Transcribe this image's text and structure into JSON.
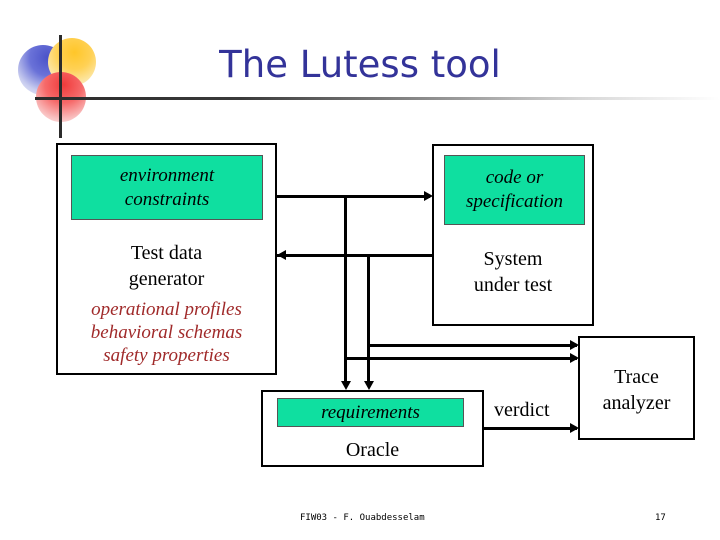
{
  "slide": {
    "title": "The Lutess tool",
    "accent_title_color": "#333399",
    "highlight_color": "#0fdfa0",
    "emphasis_color": "#A02A2A"
  },
  "logo": {
    "circle_blue": "blue-gradient-circle",
    "circle_yellow": "yellow-gradient-circle",
    "circle_red": "red-gradient-circle",
    "crosshair": "crosshair-lines"
  },
  "diagram": {
    "type": "block-flow-diagram",
    "nodes": [
      {
        "id": "test-data-generator",
        "highlight": "environment\nconstraints",
        "highlight_line1": "environment",
        "highlight_line2": "constraints",
        "title_line1": "Test data",
        "title_line2": "generator",
        "notes": [
          "operational profiles",
          "behavioral schemas",
          "safety properties"
        ]
      },
      {
        "id": "system-under-test",
        "highlight_line1": "code or",
        "highlight_line2": "specification",
        "title_line1": "System",
        "title_line2": "under test"
      },
      {
        "id": "oracle",
        "highlight_line1": "requirements",
        "title_line1": "Oracle"
      },
      {
        "id": "trace-analyzer",
        "title_line1": "Trace",
        "title_line2": "analyzer"
      }
    ],
    "edges": [
      {
        "id": "generator-to-sut",
        "label": "",
        "direction": "right"
      },
      {
        "id": "sut-to-generator",
        "label": "",
        "direction": "left"
      },
      {
        "id": "generator-to-oracle",
        "label": "",
        "direction": "down"
      },
      {
        "id": "sut-to-oracle",
        "label": "",
        "direction": "down"
      },
      {
        "id": "sut-to-trace-analyzer",
        "label": "",
        "direction": "right"
      },
      {
        "id": "generator-to-trace-analyzer",
        "label": "",
        "direction": "right"
      },
      {
        "id": "oracle-to-trace-analyzer",
        "label": "verdict",
        "direction": "right"
      }
    ]
  },
  "footer": {
    "note": "FIW03 - F. Ouabdesselam",
    "page": "17"
  }
}
